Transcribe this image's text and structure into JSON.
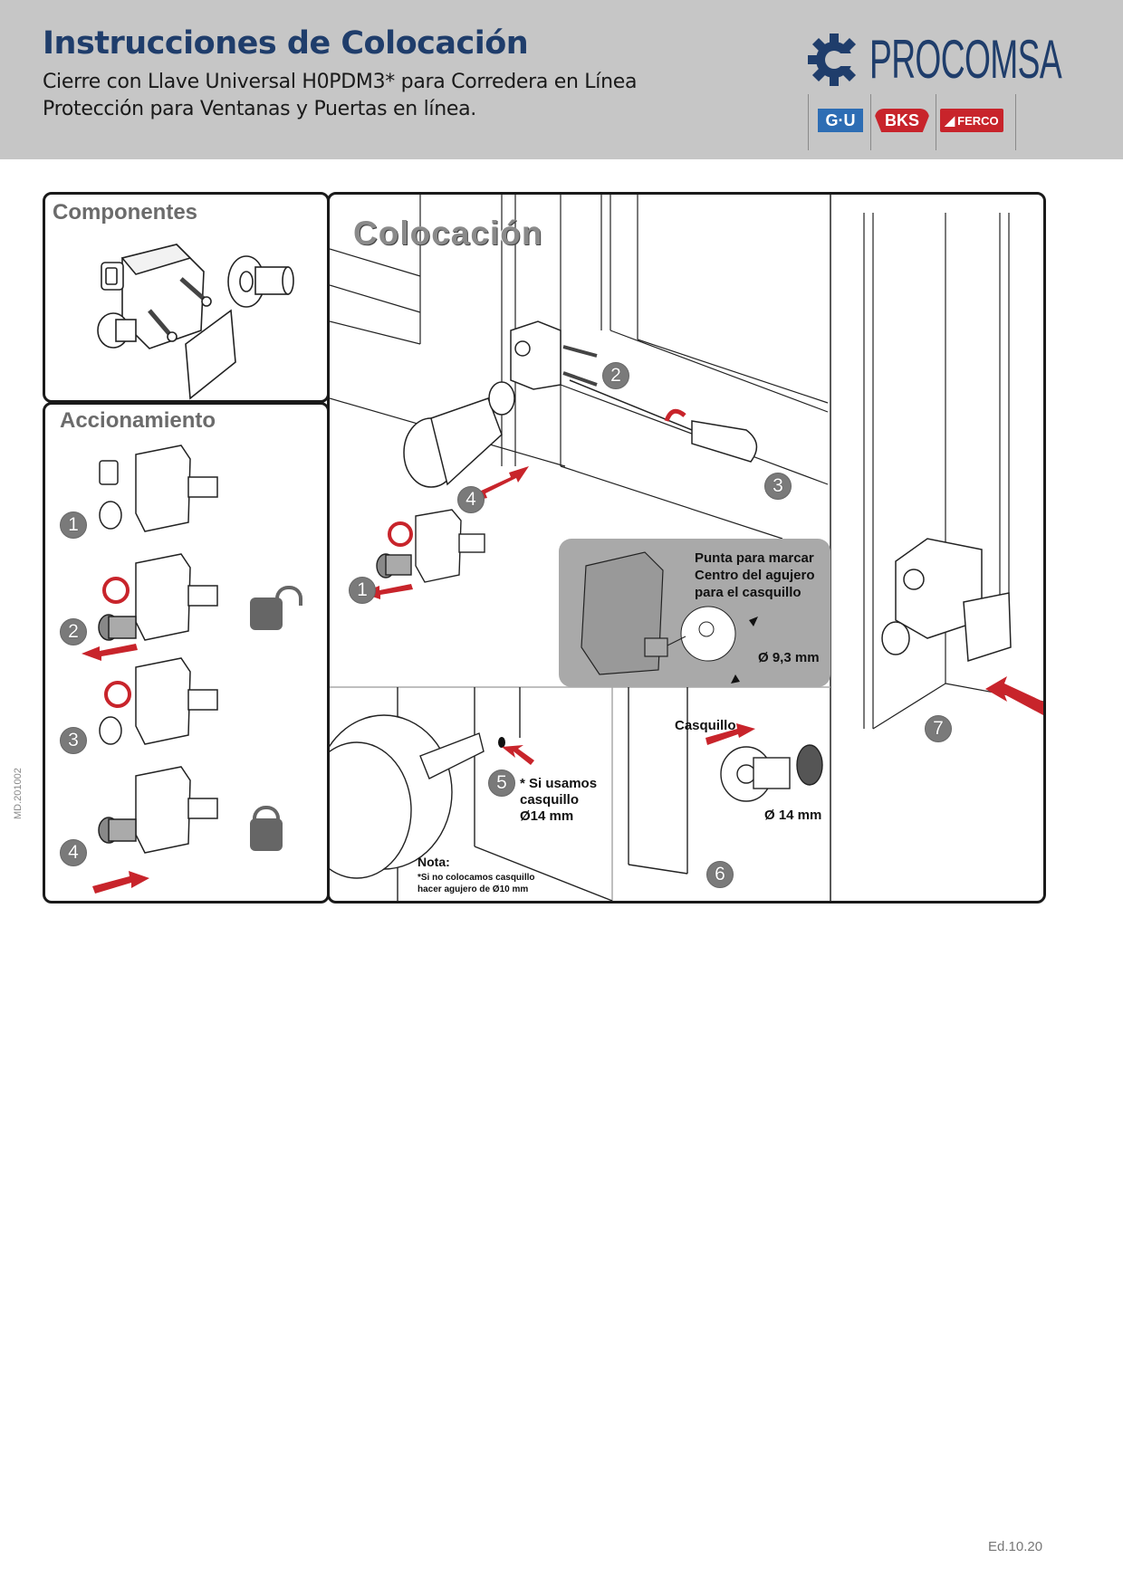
{
  "header": {
    "title": "Instrucciones de Colocación",
    "subtitle_line1": "Cierre con Llave Universal H0PDM3* para Corredera en Línea",
    "subtitle_line2": "Protección para Ventanas y Puertas en línea.",
    "colors": {
      "title": "#1f3d6b",
      "background": "#c6c6c6"
    }
  },
  "logo": {
    "brand": "PROCOMSA",
    "icon": "gear-icon",
    "partners": [
      {
        "label": "G·U",
        "color": "#2d6db4"
      },
      {
        "label": "BKS",
        "color": "#c8242b"
      },
      {
        "label": "FERCO",
        "color": "#c8242b"
      }
    ]
  },
  "components_panel": {
    "title": "Componentes"
  },
  "actuation_panel": {
    "title": "Accionamiento",
    "steps": [
      {
        "number": "1",
        "lock_state": "none"
      },
      {
        "number": "2",
        "lock_state": "unlocked-icon"
      },
      {
        "number": "3",
        "lock_state": "none"
      },
      {
        "number": "4",
        "lock_state": "locked-icon"
      }
    ]
  },
  "installation_panel": {
    "title": "Colocación",
    "steps": [
      "1",
      "2",
      "3",
      "4",
      "5",
      "6",
      "7"
    ],
    "inset": {
      "text_line1": "Punta para marcar",
      "text_line2": "Centro del agujero",
      "text_line3": "para el casquillo",
      "dimension": "Ø 9,3 mm"
    },
    "step5": {
      "line1": "* Si usamos",
      "line2": "casquillo",
      "line3": "Ø14 mm",
      "note_title": "Nota:",
      "note_line1": "*Si no colocamos casquillo",
      "note_line2": "hacer agujero de Ø10 mm"
    },
    "step6": {
      "label": "Casquillo",
      "dimension": "Ø 14 mm"
    }
  },
  "footer": {
    "side_code": "MD.201002",
    "edition": "Ed.10.20"
  },
  "accent_color": "#c8242b"
}
